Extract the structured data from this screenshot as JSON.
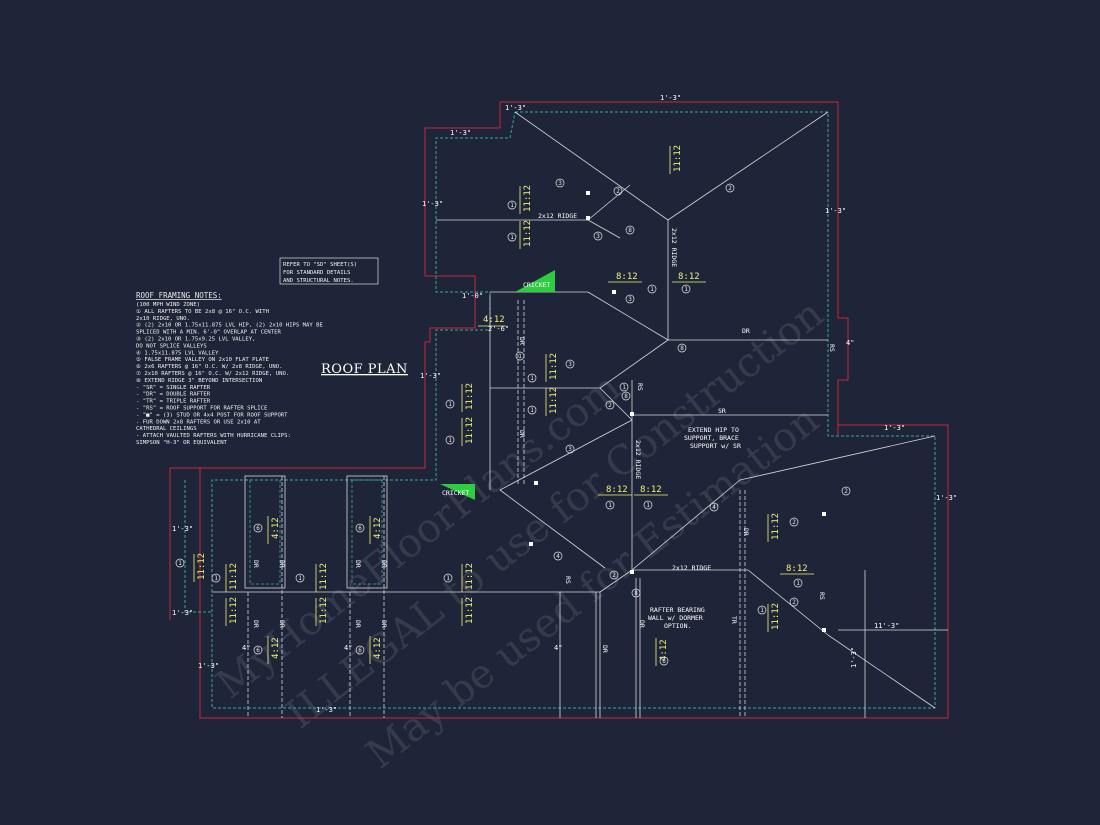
{
  "title": "ROOF PLAN",
  "refer_note": [
    "REFER TO \"SD\" SHEET(S)",
    "FOR STANDARD DETAILS",
    "AND STRUCTURAL NOTES."
  ],
  "notes_heading": "ROOF FRAMING NOTES:",
  "notes": [
    "(100 MPH WIND ZONE)",
    "① ALL RAFTERS TO BE 2x8 @ 16\" O.C. WITH",
    "   2x10 RIDGE, UNO.",
    "② (2) 2x10 OR 1.75x11.875 LVL HIP, (2) 2x10 HIPS MAY BE",
    "   SPLICED WITH A MIN. 6'-0\" OVERLAP AT CENTER",
    "③ (2) 2x10 OR 1.75x9.25 LVL VALLEY,",
    "   DO NOT SPLICE VALLEYS",
    "④ 1.75x11.875 LVL VALLEY",
    "⑤ FALSE FRAME VALLEY ON 2x10 FLAT PLATE",
    "⑥ 2x6 RAFTERS @ 16\" O.C. W/ 2x8 RIDGE, UNO.",
    "⑦ 2x10 RAFTERS @ 16\" O.C. W/ 2x12 RIDGE, UNO.",
    "⑧ EXTEND RIDGE 3\" BEYOND INTERSECTION",
    "- \"SR\" = SINGLE RAFTER",
    "- \"DR\" = DOUBLE RAFTER",
    "- \"TR\" = TRIPLE RAFTER",
    "- \"RS\" = ROOF SUPPORT FOR RAFTER SPLICE",
    "- \"■\" = (3) STUD OR 4x4 POST FOR ROOF SUPPORT",
    "- FUR DOWN 2x8 RAFTERS OR USE 2x10 AT",
    "  CATHEDRAL CEILINGS",
    "- ATTACH VAULTED RAFTERS WITH HURRICANE CLIPS:",
    "  SIMPSON \"H-3\" OR EQUIVALENT"
  ],
  "callouts": {
    "cricket_top": "CRICKET",
    "cricket_bottom": "CRICKET",
    "extend_hip": [
      "EXTEND HIP TO",
      "SUPPORT, BRACE",
      "SUPPORT w/ SR"
    ],
    "rafter_bearing": [
      "RAFTER BEARING",
      "WALL w/ DORMER",
      "OPTION."
    ]
  },
  "ridge_labels": {
    "upper": "2x12 RIDGE",
    "vertical_upper": "2x12 RIDGE",
    "vertical_mid": "2x12 RIDGE",
    "lower": "2x12 RIDGE"
  },
  "rafter_tags": {
    "dr": "DR",
    "sr": "SR",
    "rs": "RS",
    "tr": "TR"
  },
  "pitches": {
    "p11": "11:12",
    "p8": "8:12",
    "p4": "4:12"
  },
  "dims": {
    "d1_3": "1'-3\"",
    "d1_0": "1'-0\"",
    "d2_6": "2'-6\"",
    "d11_3": "11'-3\"",
    "d4": "4\""
  },
  "watermark": [
    "MyHomeFloorPlans.com",
    "ILLEGAL to use for Construction",
    "May be used for Estimation"
  ],
  "colors": {
    "background": "#1f2538",
    "wall": "#c8283a",
    "eave": "#3aa6a0",
    "line": "#d8d8d8",
    "pitch": "#f5f07a",
    "cricket": "#2ecc40"
  }
}
